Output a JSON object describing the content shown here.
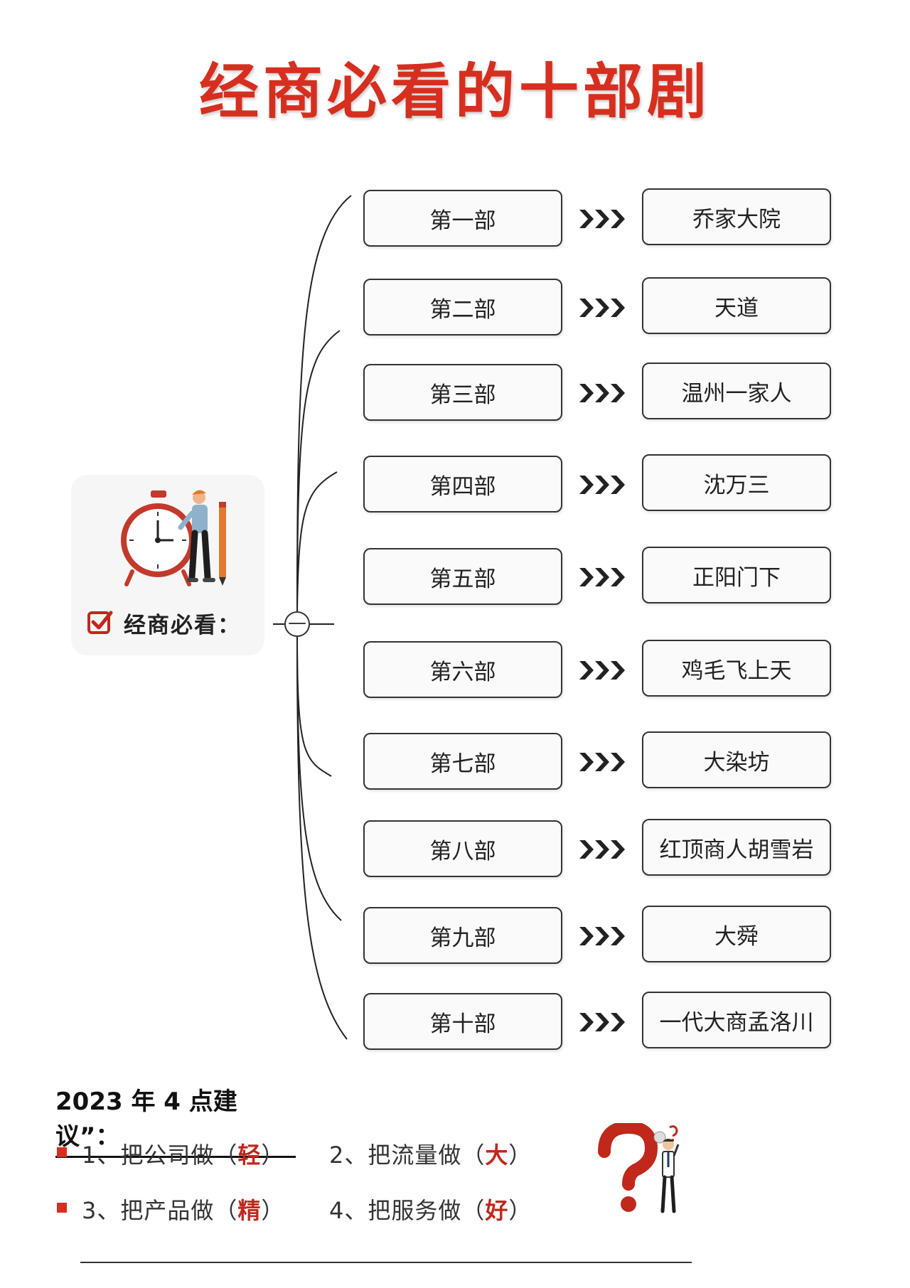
{
  "title": "经商必看的十部剧",
  "center": {
    "label": "经商必看：",
    "collapse_symbol": "—"
  },
  "items": [
    {
      "ordinal": "第一部",
      "drama": "乔家大院"
    },
    {
      "ordinal": "第二部",
      "drama": "天道"
    },
    {
      "ordinal": "第三部",
      "drama": "温州一家人"
    },
    {
      "ordinal": "第四部",
      "drama": "沈万三"
    },
    {
      "ordinal": "第五部",
      "drama": "正阳门下"
    },
    {
      "ordinal": "第六部",
      "drama": "鸡毛飞上天"
    },
    {
      "ordinal": "第七部",
      "drama": "大染坊"
    },
    {
      "ordinal": "第八部",
      "drama": "红顶商人胡雪岩"
    },
    {
      "ordinal": "第九部",
      "drama": "大舜"
    },
    {
      "ordinal": "第十部",
      "drama": "一代大商孟洛川"
    }
  ],
  "suggestions": {
    "title": "2023 年 4 点建议”：",
    "list": [
      {
        "prefix": "1、把公司做（",
        "key": "轻",
        "suffix": "）"
      },
      {
        "prefix": "2、把流量做（",
        "key": "大",
        "suffix": "）"
      },
      {
        "prefix": "3、把产品做（",
        "key": "精",
        "suffix": "）"
      },
      {
        "prefix": "4、把服务做（",
        "key": "好",
        "suffix": "）"
      }
    ]
  },
  "colors": {
    "accent": "#d62f1f",
    "node_border": "#333333",
    "card_bg": "#f6f6f6"
  },
  "icons": {
    "center": "alarm-clock-person-illustration",
    "check": "checkbox-icon",
    "arrow": "triple-chevron-icon",
    "question": "question-mark-person-illustration"
  }
}
